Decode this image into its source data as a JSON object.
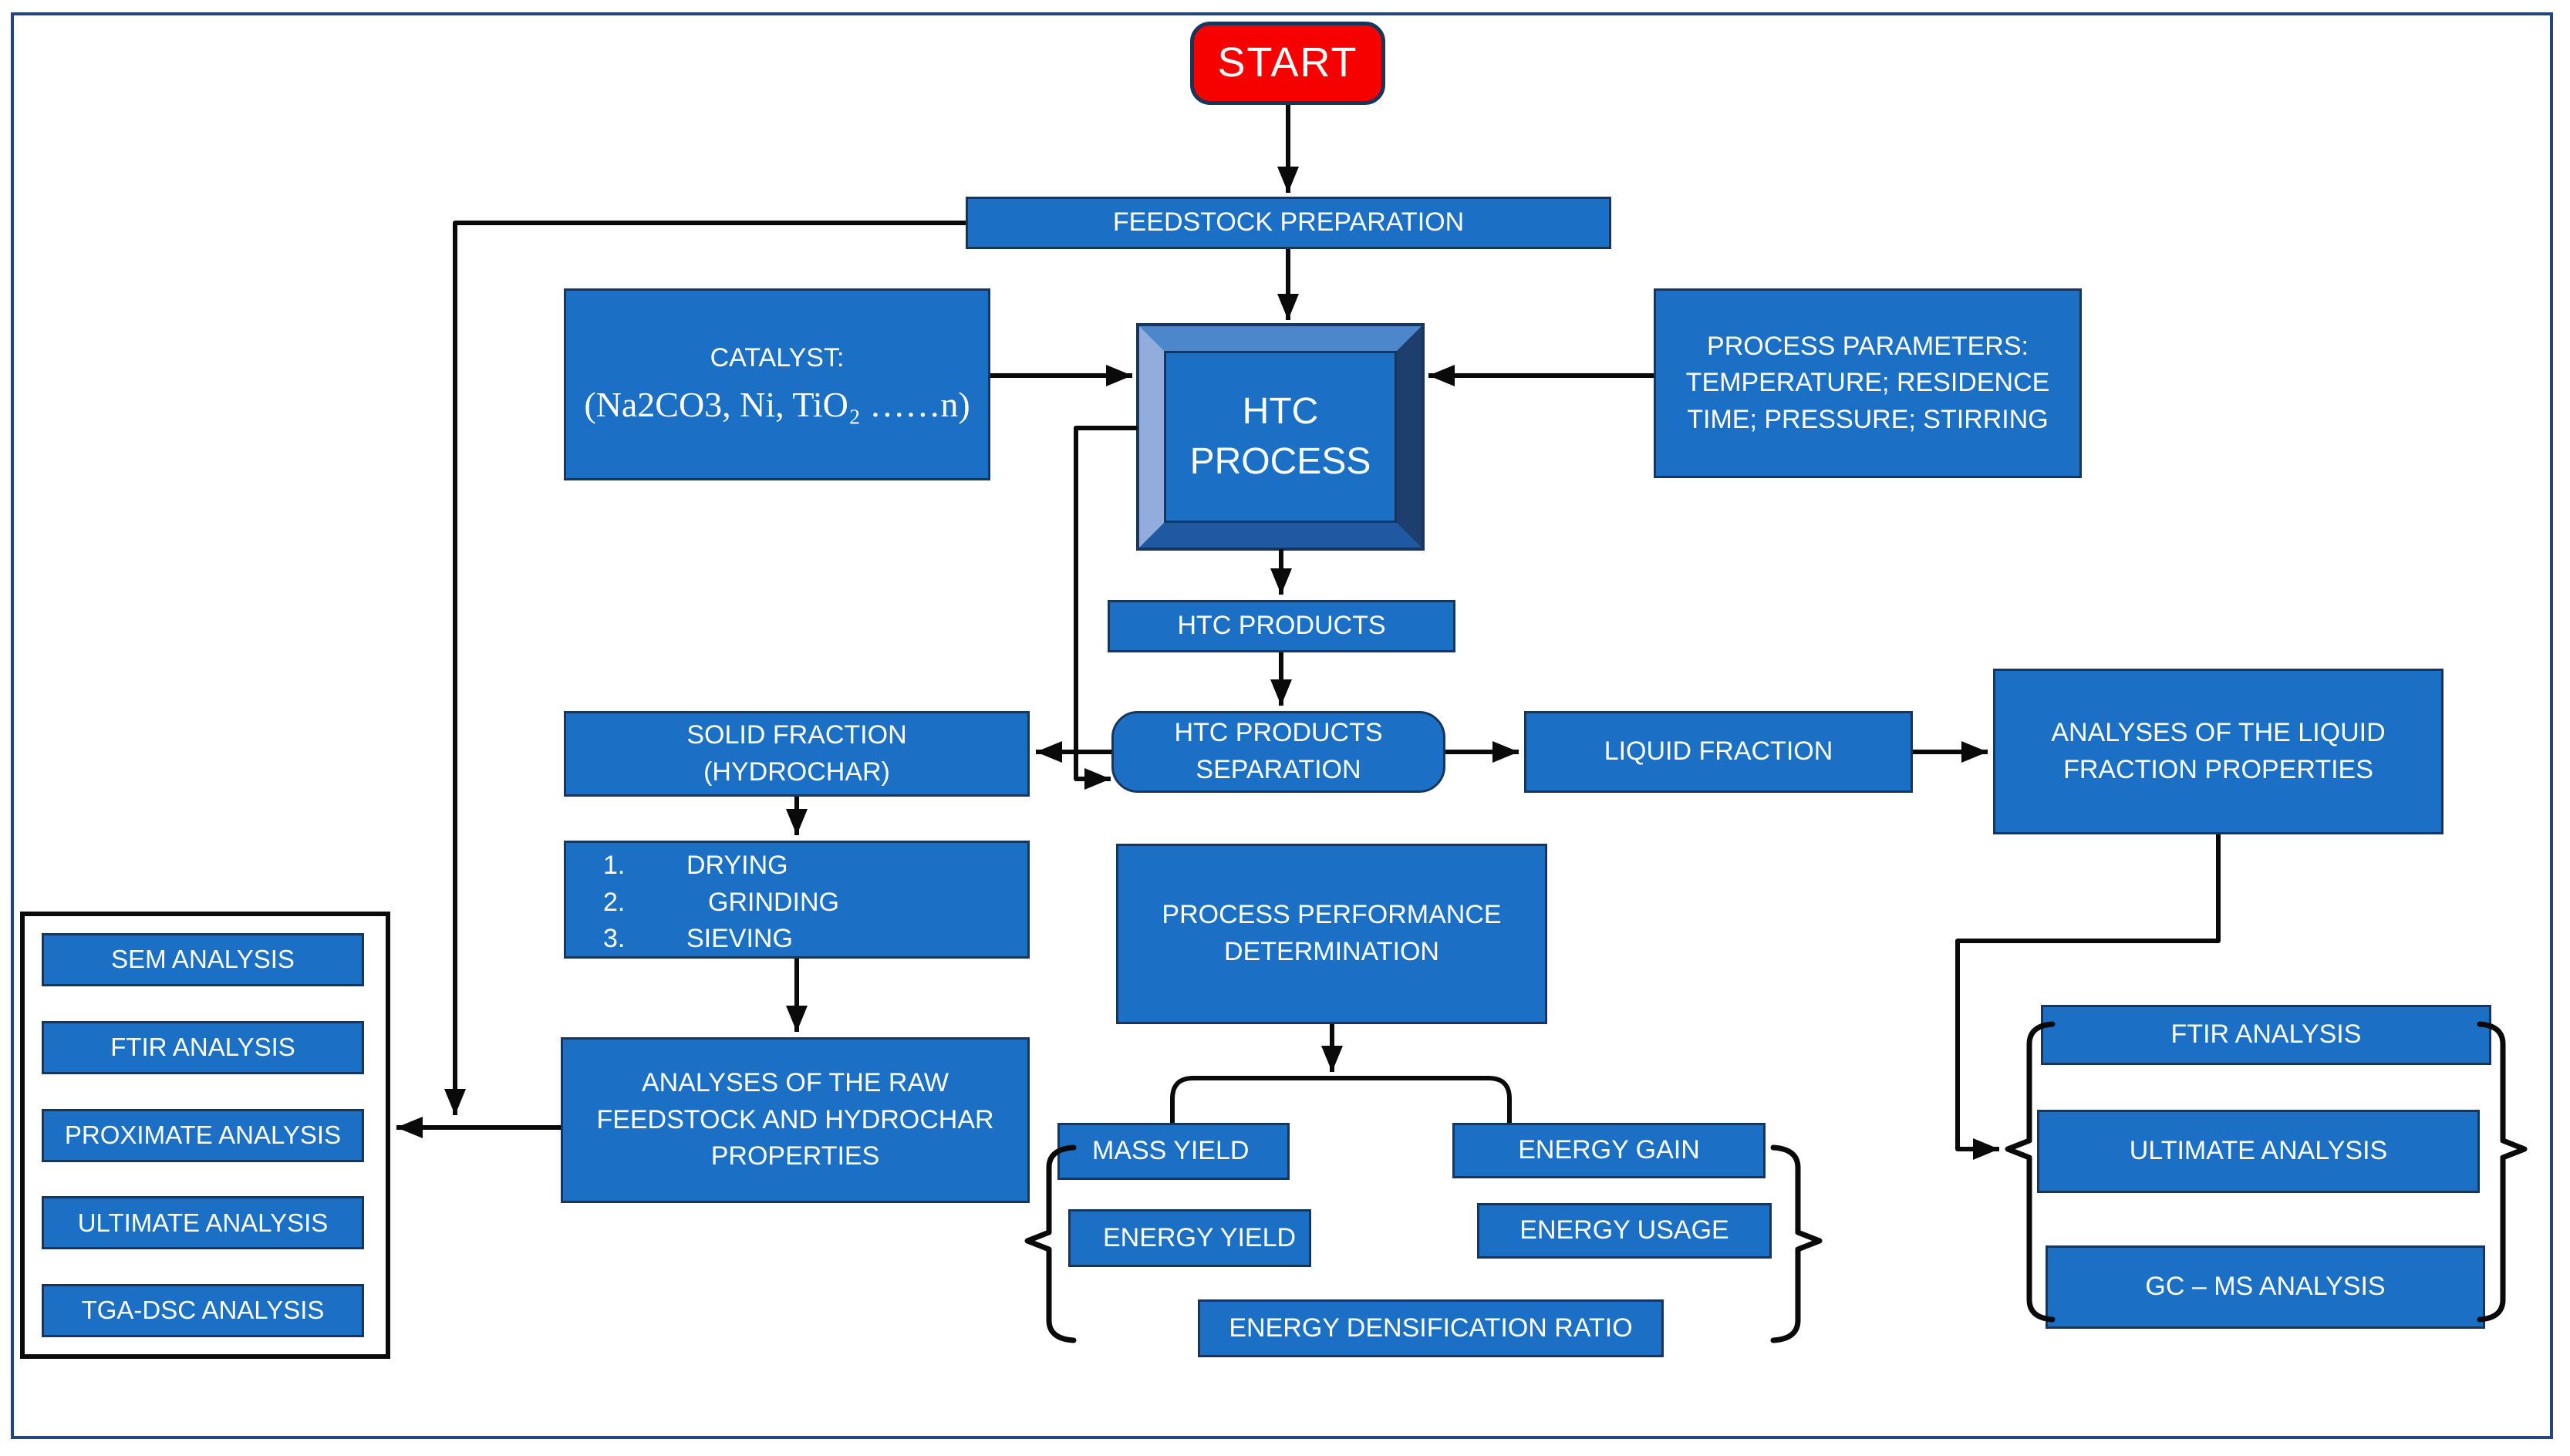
{
  "title": "HTC process flowchart",
  "colors": {
    "node_blue": "#1B70C5",
    "border_navy": "#17365D",
    "start_red": "#F60000",
    "line_black": "#0a0a0a",
    "bevel_top": "#4C86CB",
    "bevel_left": "#92ADDB",
    "bevel_right": "#1E3E6D",
    "bevel_bottom": "#2058A2",
    "frame_navy": "#24457E"
  },
  "nodes": {
    "start": "START",
    "feedstock_preparation": "FEEDSTOCK PREPARATION",
    "catalyst_title": "CATALYST:",
    "catalyst_formula": "(Na2CO3, Ni, TiO₂ ……n)",
    "process_parameters": "PROCESS PARAMETERS:\nTEMPERATURE; RESIDENCE\nTIME; PRESSURE;  STIRRING",
    "htc_process": "HTC\nPROCESS",
    "htc_products": "HTC PRODUCTS",
    "htc_products_separation": "HTC PRODUCTS\nSEPARATION",
    "solid_fraction": "SOLID FRACTION\n(HYDROCHAR)",
    "liquid_fraction": "LIQUID FRACTION",
    "analyses_liquid_fraction": "ANALYSES OF THE LIQUID\nFRACTION PROPERTIES",
    "process_performance": "PROCESS PERFORMANCE\nDETERMINATION",
    "analyses_raw_feedstock": "ANALYSES OF THE  RAW\nFEEDSTOCK AND HYDROCHAR\nPROPERTIES",
    "pretreatment_steps": [
      {
        "num": "1.",
        "label": "DRYING"
      },
      {
        "num": "2.",
        "label": "GRINDING"
      },
      {
        "num": "3.",
        "label": "SIEVING"
      }
    ],
    "hydrochar_analyses": [
      "SEM ANALYSIS",
      "FTIR ANALYSIS",
      "PROXIMATE ANALYSIS",
      "ULTIMATE ANALYSIS",
      "TGA-DSC ANALYSIS"
    ],
    "performance_metrics": {
      "mass_yield": "MASS YIELD",
      "energy_yield": "ENERGY YIELD",
      "energy_gain": "ENERGY GAIN",
      "energy_usage": "ENERGY USAGE",
      "energy_densification": "ENERGY DENSIFICATION  RATIO"
    },
    "liquid_analyses": [
      "FTIR ANALYSIS",
      "ULTIMATE ANALYSIS",
      "GC – MS ANALYSIS"
    ]
  }
}
